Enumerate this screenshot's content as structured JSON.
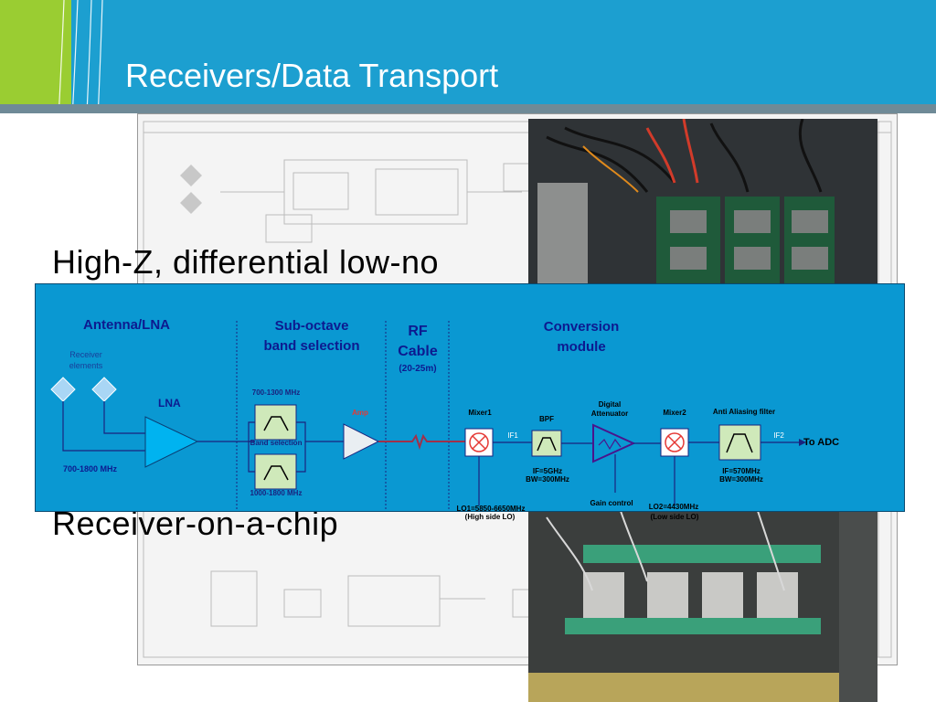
{
  "slide": {
    "title": "Receivers/Data Transport",
    "bullets": [
      "High-Z, differential low-no",
      "Receiver-on-a-chip"
    ]
  },
  "diagram": {
    "headings": {
      "antenna": "Antenna/LNA",
      "subband_line1": "Sub-octave",
      "subband_line2": "band selection",
      "rf_line1": "RF",
      "rf_line2": "Cable",
      "rf_line3": "(20-25m)",
      "conv_line1": "Conversion",
      "conv_line2": "module"
    },
    "labels": {
      "receiver_line1": "Receiver",
      "receiver_line2": "elements",
      "lna": "LNA",
      "freq_range": "700-1800 MHz",
      "band_low": "700-1300 MHz",
      "band_high": "1000-1800 MHz",
      "band_selection": "Band selection",
      "amp": "Amp",
      "mixer1": "Mixer1",
      "if1": "IF1",
      "bpf": "BPF",
      "bpf_spec1": "IF=5GHz",
      "bpf_spec2": "BW=300MHz",
      "atten_line1": "Digital",
      "atten_line2": "Attenuator",
      "gain_control": "Gain control",
      "mixer2": "Mixer2",
      "aaf": "Anti Aliasing filter",
      "if2": "IF2",
      "adc": "To ADC",
      "aaf_spec1": "IF=570MHz",
      "aaf_spec2": "BW=300MHz",
      "lo1_line1": "LO1=5850-6650MHz",
      "lo1_line2": "(High side LO)",
      "lo2_line1": "LO2=4430MHz",
      "lo2_line2": "(Low side LO)"
    }
  }
}
